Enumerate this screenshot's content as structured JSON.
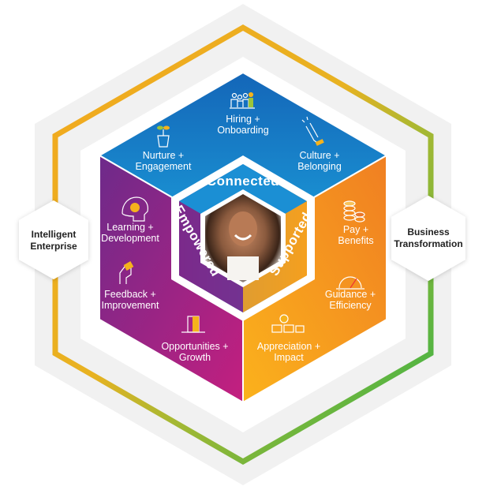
{
  "side_labels": {
    "left": [
      "Intelligent",
      "Enterprise"
    ],
    "right": [
      "Business",
      "Transformation"
    ]
  },
  "pillars": {
    "top": "Connected",
    "left": "Empowered",
    "right": "Supported"
  },
  "items": [
    {
      "lines": [
        "Hiring +",
        "Onboarding"
      ],
      "icon": "people-icon"
    },
    {
      "lines": [
        "Nurture +",
        "Engagement"
      ],
      "icon": "plant-icon"
    },
    {
      "lines": [
        "Culture +",
        "Belonging"
      ],
      "icon": "clapping-hands-icon"
    },
    {
      "lines": [
        "Learning +",
        "Development"
      ],
      "icon": "brain-head-icon"
    },
    {
      "lines": [
        "Feedback +",
        "Improvement"
      ],
      "icon": "feedback-hand-icon"
    },
    {
      "lines": [
        "Opportunities +",
        "Growth"
      ],
      "icon": "door-icon"
    },
    {
      "lines": [
        "Pay +",
        "Benefits"
      ],
      "icon": "coins-icon"
    },
    {
      "lines": [
        "Guidance +",
        "Efficiency"
      ],
      "icon": "gauge-icon"
    },
    {
      "lines": [
        "Appreciation +",
        "Impact"
      ],
      "icon": "money-award-icon"
    }
  ],
  "colors": {
    "connected": "#1a8fd6",
    "empowered": "#8a2a8f",
    "supported": "#f59a1c",
    "ring_start": "#f3a81e",
    "ring_end": "#3bb54a"
  }
}
